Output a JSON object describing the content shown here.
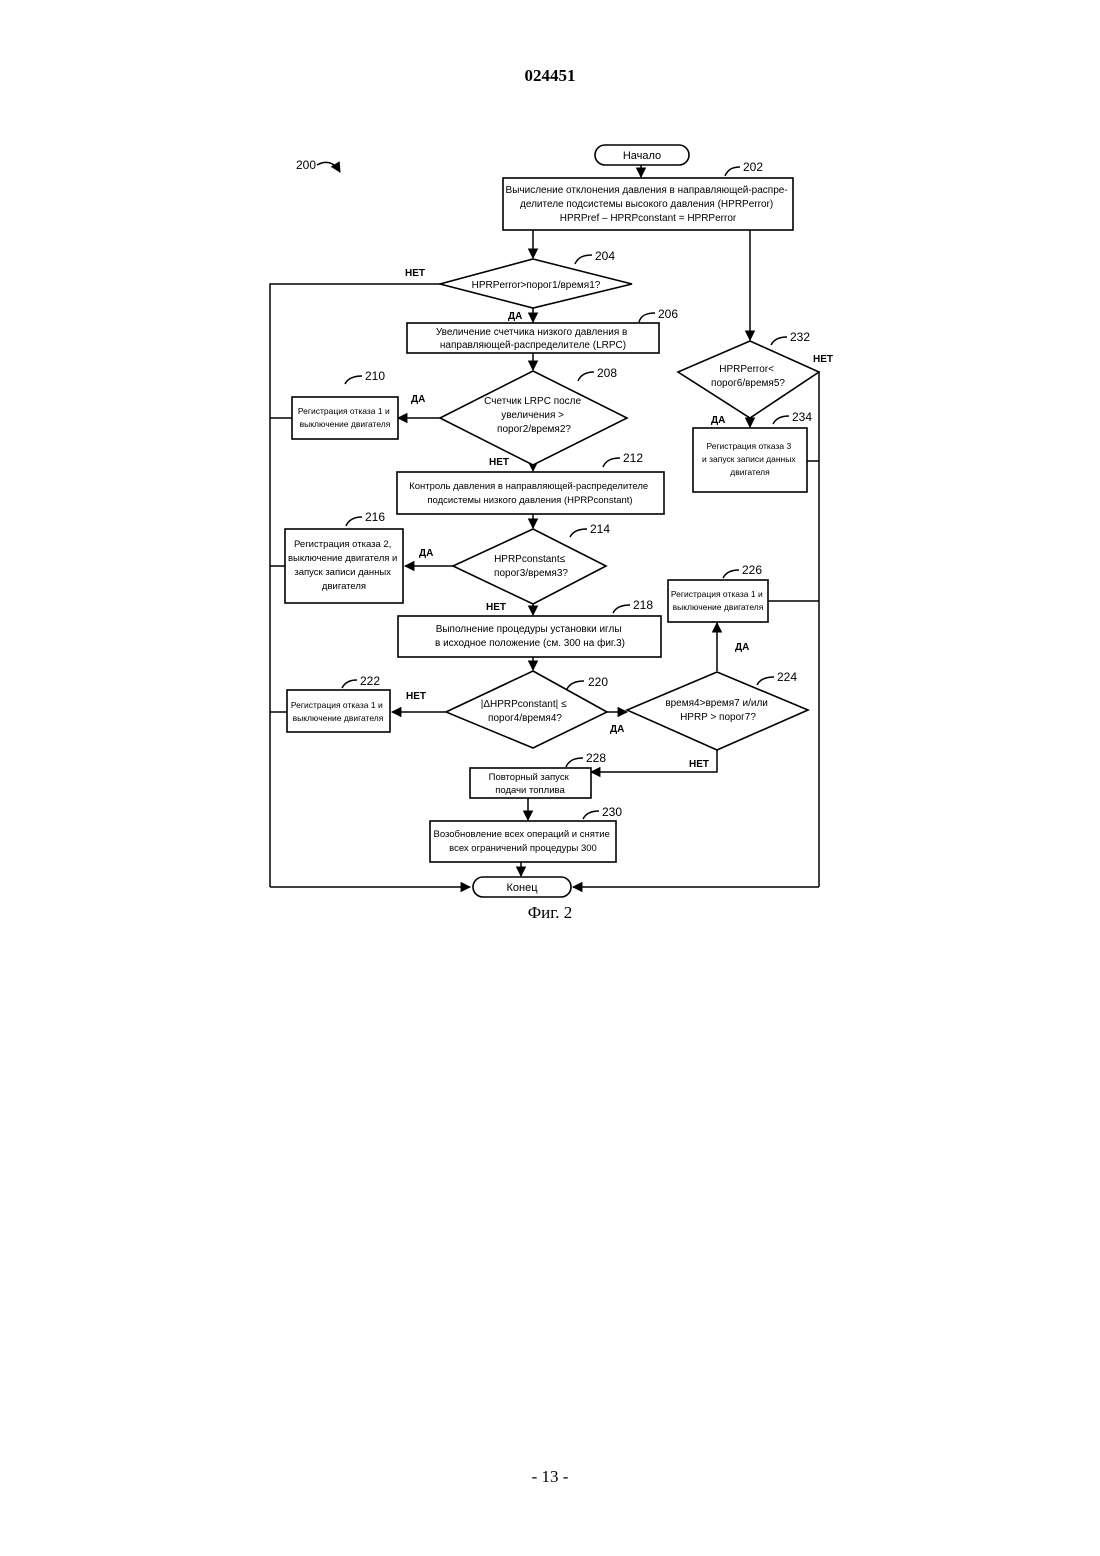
{
  "header": {
    "doc_number": "024451"
  },
  "figure": {
    "caption": "Фиг. 2",
    "ref_200": "200",
    "start": "Начало",
    "end": "Конец",
    "yes": "ДА",
    "no": "НЕТ",
    "nodes": {
      "n202": {
        "ref": "202",
        "lines": [
          "Вычисление отклонения давления в направляющей-распре-",
          "делителе подсистемы высокого давления (HPRPerror)",
          "HPRPref – HPRPconstant = HPRPerror"
        ]
      },
      "n204": {
        "ref": "204",
        "lines": [
          "HPRPerror>порог1/время1?"
        ]
      },
      "n206": {
        "ref": "206",
        "lines": [
          "Увеличение счетчика низкого давления в",
          "направляющей-распределителе (LRPC)"
        ]
      },
      "n208": {
        "ref": "208",
        "lines": [
          "Счетчик LRPC после",
          "увеличения >",
          "порог2/время2?"
        ]
      },
      "n210": {
        "ref": "210",
        "lines": [
          "Регистрация отказа 1 и",
          "выключение двигателя"
        ]
      },
      "n212": {
        "ref": "212",
        "lines": [
          "Контроль давления в направляющей-распределителе",
          "подсистемы низкого давления (HPRPconstant)"
        ]
      },
      "n214": {
        "ref": "214",
        "lines": [
          "HPRPconstant≤",
          "порог3/время3?"
        ]
      },
      "n216": {
        "ref": "216",
        "lines": [
          "Регистрация отказа 2,",
          "выключение двигателя и",
          "запуск записи данных",
          "двигателя"
        ]
      },
      "n218": {
        "ref": "218",
        "lines": [
          "Выполнение процедуры установки иглы",
          "в исходное положение (см. 300 на фиг.3)"
        ]
      },
      "n220": {
        "ref": "220",
        "lines": [
          "|ΔHPRPconstant| ≤",
          "порог4/время4?"
        ]
      },
      "n222": {
        "ref": "222",
        "lines": [
          "Регистрация отказа 1 и",
          "выключение двигателя"
        ]
      },
      "n224": {
        "ref": "224",
        "lines": [
          "время4>время7 и/или",
          "HPRP > порог7?"
        ]
      },
      "n226": {
        "ref": "226",
        "lines": [
          "Регистрация отказа 1 и",
          "выключение двигателя"
        ]
      },
      "n228": {
        "ref": "228",
        "lines": [
          "Повторный запуск",
          "подачи топлива"
        ]
      },
      "n230": {
        "ref": "230",
        "lines": [
          "Возобновление всех операций и снятие",
          "всех ограничений процедуры 300"
        ]
      },
      "n232": {
        "ref": "232",
        "lines": [
          "HPRPerror<",
          "порог6/время5?"
        ]
      },
      "n234": {
        "ref": "234",
        "lines": [
          "Регистрация отказа 3",
          "и запуск записи данных",
          "двигателя"
        ]
      }
    }
  },
  "footer": {
    "page": "- 13 -"
  }
}
